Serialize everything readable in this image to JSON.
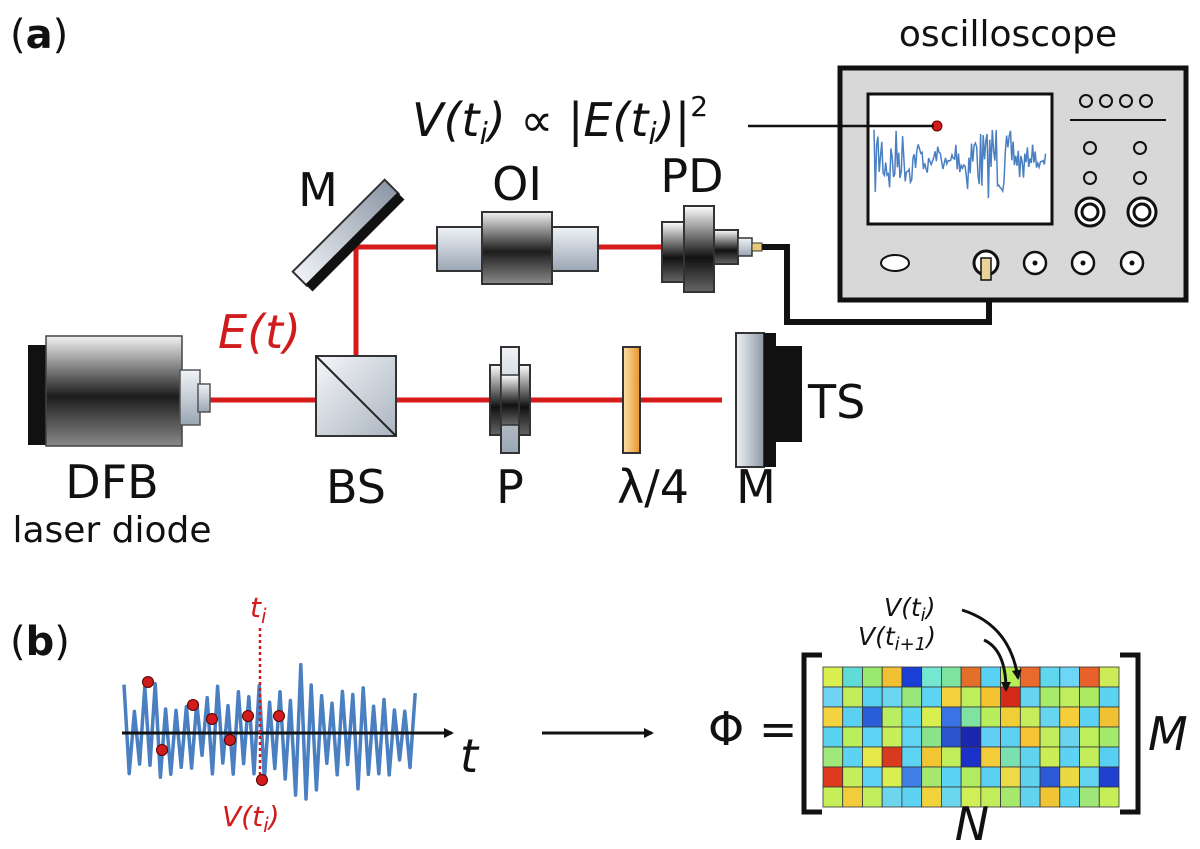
{
  "panel_a": {
    "label_open": "(",
    "label_letter": "a",
    "label_close": ")",
    "oscilloscope": "oscilloscope",
    "equation_lhs": "V(t",
    "equation_sub": "i",
    "equation_mid": ") ∝ |E(t",
    "equation_sub2": "i",
    "equation_end": ")|",
    "equation_sup": "2",
    "mirror_top": "M",
    "isolator": "OI",
    "photodiode": "PD",
    "field": "E(t)",
    "laser_line1": "DFB",
    "laser_line2": "laser diode",
    "beamsplitter": "BS",
    "polarizer": "P",
    "waveplate": "λ/4",
    "mirror_end": "M",
    "stage": "TS"
  },
  "panel_b": {
    "label_open": "(",
    "label_letter": "b",
    "label_close": ")",
    "t_marker": "t",
    "t_marker_sub": "i",
    "time_axis": "t",
    "sample_label": "V(t",
    "sample_label_sub": "i",
    "sample_label_end": ")",
    "matrix_symbol": "Φ =",
    "annot1": "V(t",
    "annot1_sub": "i",
    "annot1_end": ")",
    "annot2": "V(t",
    "annot2_sub": "i+1",
    "annot2_end": ")",
    "rows_label": "M",
    "cols_label": "N"
  },
  "colors": {
    "beam": "#d41a1a",
    "signal": "#4a7fc1",
    "marker": "#d01c1c",
    "waveplate": "#f0a640"
  },
  "matrix": {
    "rows": 7,
    "cols": 15,
    "cells": [
      "#d9ef4f",
      "#5fdcd8",
      "#9be86f",
      "#f2c133",
      "#1a3fd6",
      "#75e6d0",
      "#7fe3a0",
      "#e2702a",
      "#59d1f5",
      "#b7ef58",
      "#e96a2a",
      "#5fd7ec",
      "#6dd5f5",
      "#e8612a",
      "#cdeb57",
      "#6fd4f4",
      "#c3ec5a",
      "#58d0f0",
      "#6bd6f0",
      "#97e67a",
      "#5cd4f4",
      "#f2d13a",
      "#bdee5c",
      "#f4c330",
      "#d42a1a",
      "#67d2f2",
      "#a7eb6a",
      "#c0ee5f",
      "#ace962",
      "#5cd4f1",
      "#f3d33f",
      "#5cd0f1",
      "#2a5ed8",
      "#b9ee60",
      "#5bd3f4",
      "#d9ef4f",
      "#3a73e4",
      "#80e2a1",
      "#b8ed5b",
      "#f1ce36",
      "#c7ed5c",
      "#68d5f0",
      "#f5ce3a",
      "#5ed2f2",
      "#f0c133",
      "#59d2f2",
      "#b9ee5d",
      "#5fd3f3",
      "#c8ee58",
      "#60d4f2",
      "#8ae28b",
      "#2b52cf",
      "#1a25b0",
      "#62d0f5",
      "#5dd1f1",
      "#f5c334",
      "#c2ed5c",
      "#6ad4ef",
      "#bfee5b",
      "#a3ea6a",
      "#9ee979",
      "#5bd3f1",
      "#e9e84b",
      "#d93a1d",
      "#5fd3f2",
      "#f2c532",
      "#c0ee5a",
      "#1b31c8",
      "#f3cc3a",
      "#7be0b0",
      "#5fd3ef",
      "#cbee56",
      "#5cd2f5",
      "#c4ed5c",
      "#58cff2",
      "#de3a1d",
      "#c6ed5a",
      "#5fd3f3",
      "#d9ef4f",
      "#3f7fe6",
      "#a6e86e",
      "#5bd3f3",
      "#b0ec60",
      "#5ad1f3",
      "#ecdb47",
      "#5ed2ef",
      "#2c5ad6",
      "#ebd944",
      "#62d4f2",
      "#2040d0",
      "#c6ee58",
      "#f2cc3a",
      "#c2ed5c",
      "#6dd6ee",
      "#5dd2f3",
      "#f2d23a",
      "#6bd7ee",
      "#d0ee55",
      "#c1ed5b",
      "#a5e86b",
      "#62d3ef",
      "#f0c535",
      "#5bd3f3",
      "#9ee678",
      "#c6ee58"
    ]
  }
}
